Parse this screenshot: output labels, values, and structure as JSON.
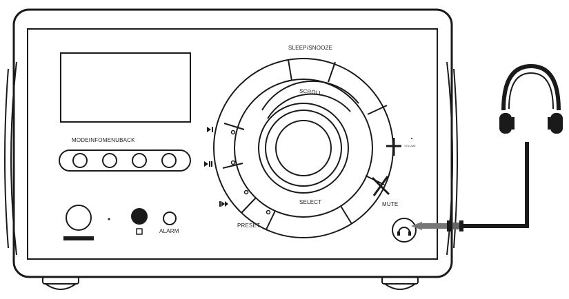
{
  "labels": {
    "sleep_snooze": "SLEEP/SNOOZE",
    "scroll": "SCROLL",
    "select": "SELECT",
    "mute": "MUTE",
    "preset": "PRESET",
    "alarm": "ALARM",
    "mode_info_menu_back": "MODEINFOMENUBACK",
    "volume": "VOLUME"
  },
  "icons": {
    "play_pause": "play-pause-icon",
    "prev_next": "skip-icon",
    "skip": "skip-icon",
    "headphones": "headphones-icon",
    "headphone_jack": "headphone-jack-icon",
    "power": "power-icon"
  },
  "colors": {
    "line": "#1a1a1a",
    "background": "#ffffff"
  }
}
